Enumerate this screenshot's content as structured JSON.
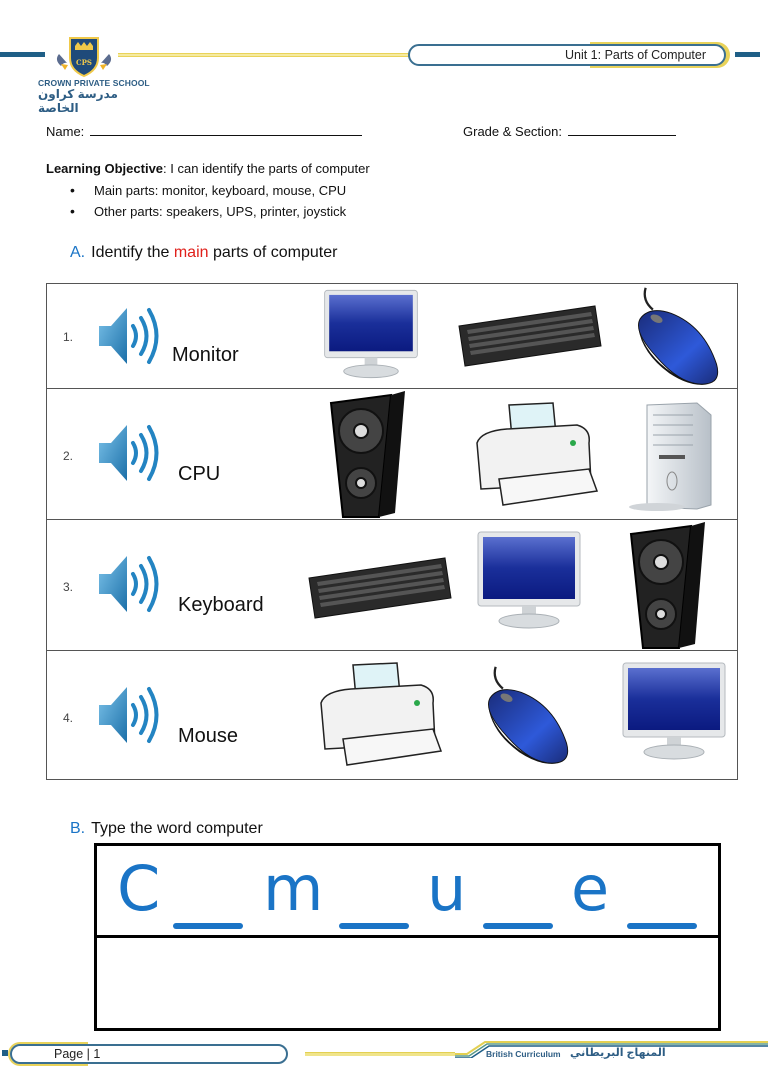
{
  "header": {
    "school_name_en": "CROWN PRIVATE SCHOOL",
    "school_name_ar": "مدرسة كراون الخاصة",
    "logo_initials": "CPS",
    "unit_title": "Unit 1: Parts of Computer",
    "colors": {
      "navy": "#1f5f87",
      "yellow": "#e9d35a",
      "blue_text": "#1a74c6",
      "red_text": "#e0201b"
    }
  },
  "student_info": {
    "name_label": "Name:",
    "name_value": "",
    "grade_label": "Grade & Section:",
    "grade_value": ""
  },
  "objective": {
    "label": "Learning Objective",
    "text": ": I can identify the parts of computer",
    "bullets": [
      "Main parts: monitor, keyboard, mouse, CPU",
      "Other parts: speakers, UPS, printer, joystick"
    ]
  },
  "section_a": {
    "letter": "A.",
    "title_before": "Identify the ",
    "title_highlight": "main",
    "title_after": " parts of computer",
    "rows": [
      {
        "number": "1.",
        "word": "Monitor",
        "audio_icon": "speaker-icon",
        "choices": [
          "monitor",
          "keyboard",
          "mouse"
        ]
      },
      {
        "number": "2.",
        "word": "CPU",
        "audio_icon": "speaker-icon",
        "choices": [
          "speaker",
          "printer",
          "cpu-tower"
        ]
      },
      {
        "number": "3.",
        "word": "Keyboard",
        "audio_icon": "speaker-icon",
        "choices": [
          "keyboard",
          "monitor",
          "speaker"
        ]
      },
      {
        "number": "4.",
        "word": "Mouse",
        "audio_icon": "speaker-icon",
        "choices": [
          "printer",
          "mouse",
          "monitor"
        ]
      }
    ]
  },
  "section_b": {
    "letter": "B.",
    "title": "Type the word computer",
    "letters": [
      "C",
      "m",
      "u",
      "e"
    ],
    "blank_count": 4,
    "answer_value": ""
  },
  "footer": {
    "page_label": "Page | 1",
    "curriculum_en": "British Curriculum",
    "curriculum_ar": "المنهاج البريطاني"
  }
}
